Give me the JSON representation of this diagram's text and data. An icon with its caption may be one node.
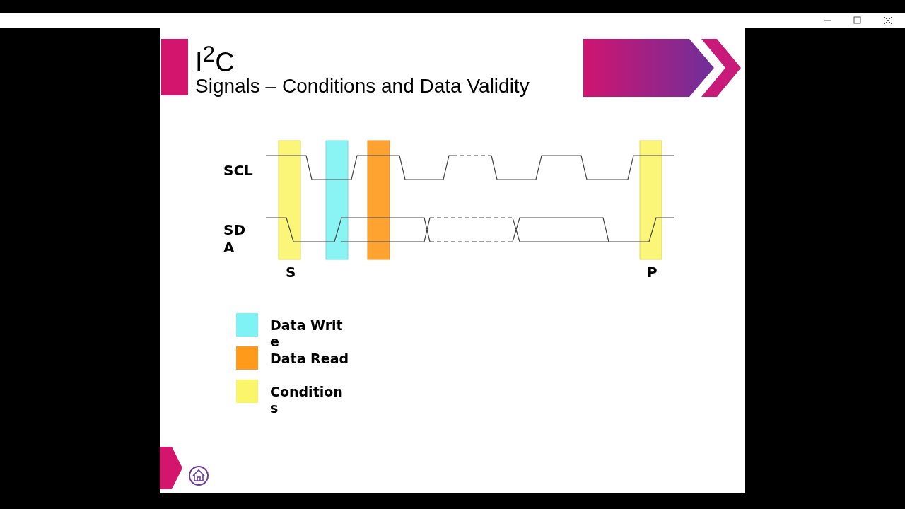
{
  "diagram": {
    "title": "I$^{2}$C",
    "labels": [
      "Signals – Conditions and Data Validity",
      "SCL",
      "SDA",
      "S",
      "P"
    ],
    "legend": [
      {
        "text": "Data Write",
        "color": "#7ef3f5"
      },
      {
        "text": "Data Read",
        "color": "#ff9a1a"
      },
      {
        "text": "Conditions",
        "color": "#fbf56a"
      }
    ]
  }
}
